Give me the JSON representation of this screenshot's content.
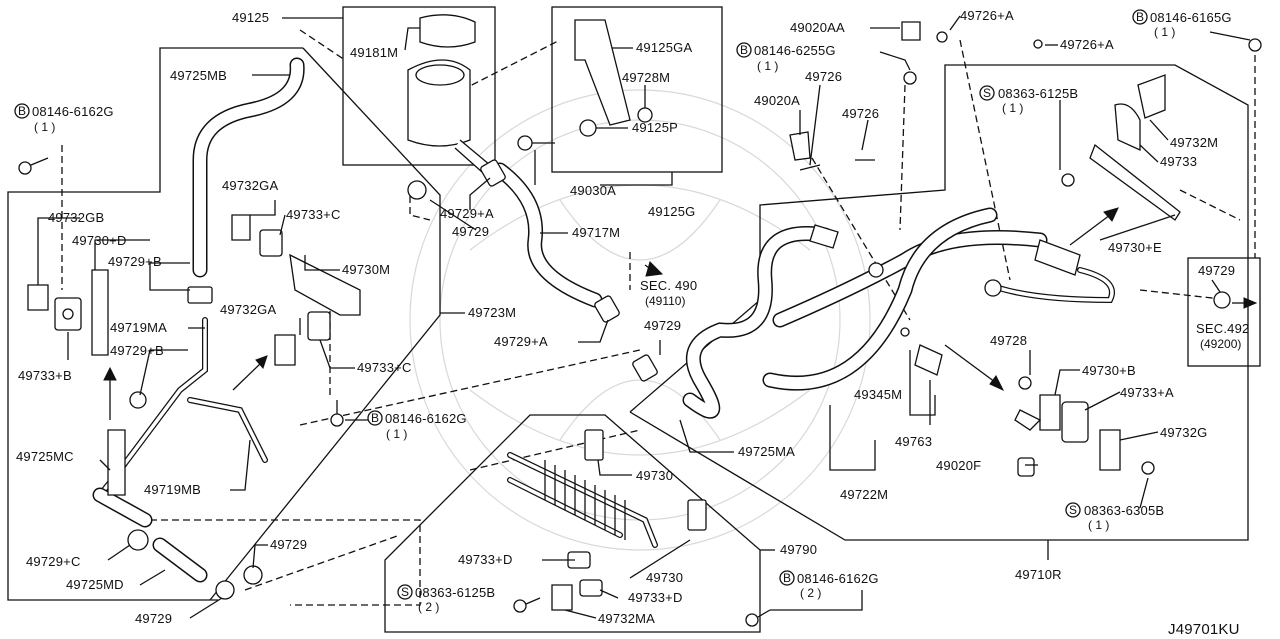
{
  "diagram_code": "J49701KU",
  "labels": {
    "p49125": "49125",
    "p49181M": "49181M",
    "p49725MB": "49725MB",
    "b08146_6162G_tl": "08146-6162G",
    "qty_tl": "( 1 )",
    "p49732GB": "49732GB",
    "p49730D": "49730+D",
    "p49729B_a": "49729+B",
    "p49733B": "49733+B",
    "p49719MA": "49719MA",
    "p49729B_b": "49729+B",
    "p49725MC": "49725MC",
    "p49719MB": "49719MB",
    "p49729C": "49729+C",
    "p49725MD": "49725MD",
    "p49729_bl": "49729",
    "p49729_b2": "49729",
    "p49732GA_a": "49732GA",
    "p49733C_a": "49733+C",
    "p49730M": "49730M",
    "p49732GA_b": "49732GA",
    "p49733C_b": "49733+C",
    "b08146_6162G_mid": "08146-6162G",
    "qty_mid": "( 1 )",
    "p49723M": "49723M",
    "p49729A_a": "49729+A",
    "p49729_top": "49729",
    "p49717M": "49717M",
    "p49729A_b": "49729+A",
    "sec490": "SEC. 490",
    "sec490_sub": "(49110)",
    "p49729_mid": "49729",
    "p49725MA": "49725MA",
    "p49125GA": "49125GA",
    "p49728M": "49728M",
    "p49125P": "49125P",
    "p49030A": "49030A",
    "p49125G": "49125G",
    "p49730": "49730",
    "p49790": "49790",
    "p49733D_a": "49733+D",
    "s08363_6125B_bot": "08363-6125B",
    "qty_sbot": "( 2 )",
    "p49730_b": "49730",
    "p49733D_b": "49733+D",
    "p49732MA": "49732MA",
    "b08146_6162G_bot": "08146-6162G",
    "qty_bot": "( 2 )",
    "p49020AA": "49020AA",
    "p49726A_a": "49726+A",
    "b08146_6165G": "08146-6165G",
    "qty_tr": "( 1 )",
    "b08146_6255G": "08146-6255G",
    "qty_6255": "( 1 )",
    "p49726A_b": "49726+A",
    "p49726_a": "49726",
    "p49020A": "49020A",
    "p49726_b": "49726",
    "s08363_6125B_top": "08363-6125B",
    "qty_stop": "( 1 )",
    "p49732M": "49732M",
    "p49733": "49733",
    "p49730E": "49730+E",
    "p49729_r": "49729",
    "sec492": "SEC.492",
    "sec492_sub": "(49200)",
    "p49728": "49728",
    "p49730B": "49730+B",
    "p49733A": "49733+A",
    "p49732G": "49732G",
    "p49345M": "49345M",
    "p49763": "49763",
    "p49020F": "49020F",
    "p49722M": "49722M",
    "s08363_6305B": "08363-6305B",
    "qty_6305": "( 1 )",
    "p49710R": "49710R"
  },
  "symbols": {
    "bolt_marker": "B",
    "screw_marker": "S"
  }
}
